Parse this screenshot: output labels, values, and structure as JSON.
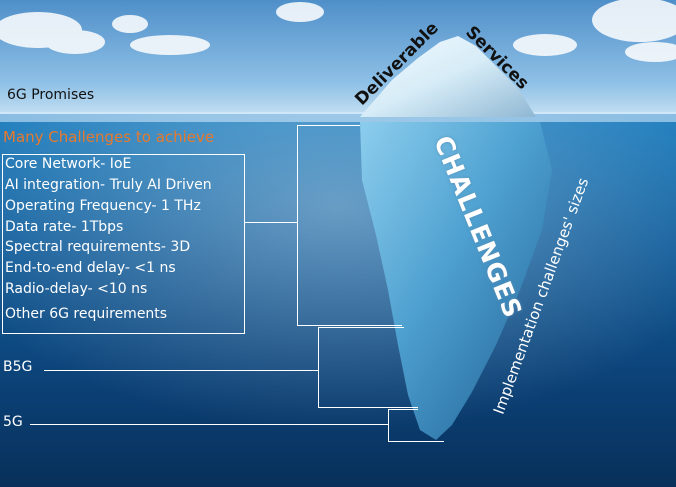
{
  "labels": {
    "promises": "6G Promises",
    "many_challenges": "Many Challenges to achieve",
    "deliverable": "Deliverable",
    "services": "Services",
    "challenges": "CHALLENGES",
    "implementation_sizes": "Implementation challenges' sizes",
    "b5g": "B5G",
    "g5": "5G"
  },
  "requirements": [
    "Core Network- IoE",
    "AI integration- Truly AI Driven",
    "Operating Frequency- 1 THz",
    "Data rate- 1Tbps",
    "Spectral requirements- 3D",
    "End-to-end delay- <1 ns",
    "Radio-delay- <10 ns",
    "Other 6G requirements"
  ],
  "colors": {
    "orange_text": "#e8792b",
    "sky_top": "#4f8fc9",
    "sea_deep": "#08305a",
    "ice": "#d6ecf7"
  }
}
